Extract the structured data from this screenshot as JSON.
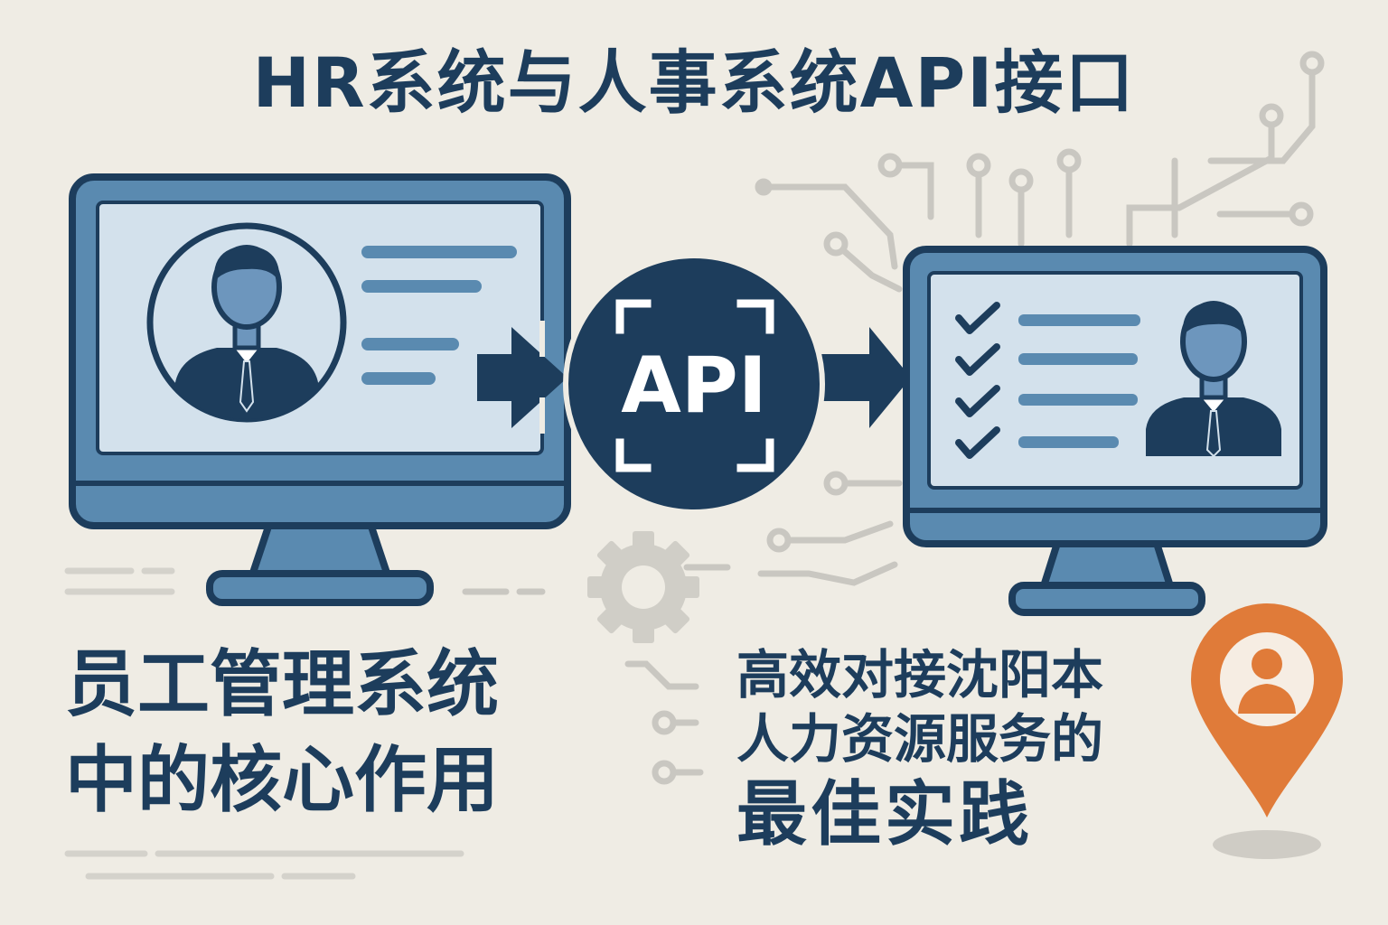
{
  "title": "HR系统与人事系统API接口",
  "api_badge": {
    "label": "API"
  },
  "left_caption": {
    "line1": "员工管理系统",
    "line2": "中的核心作用"
  },
  "right_caption": {
    "line1": "高效对接沈阳本",
    "line2": "人力资源服务的",
    "line3": "最佳实践"
  },
  "colors": {
    "background": "#efece4",
    "navy": "#1d3d5c",
    "steel_blue": "#5a8ab0",
    "screen_light": "#d3e1ec",
    "accent_orange": "#e07b39",
    "circuit_gray": "#c9c7c1"
  },
  "icons": [
    "monitor-icon",
    "person-icon",
    "arrow-right-icon",
    "api-icon",
    "checkmark-icon",
    "gear-icon",
    "location-pin-icon",
    "circuit-icon"
  ]
}
